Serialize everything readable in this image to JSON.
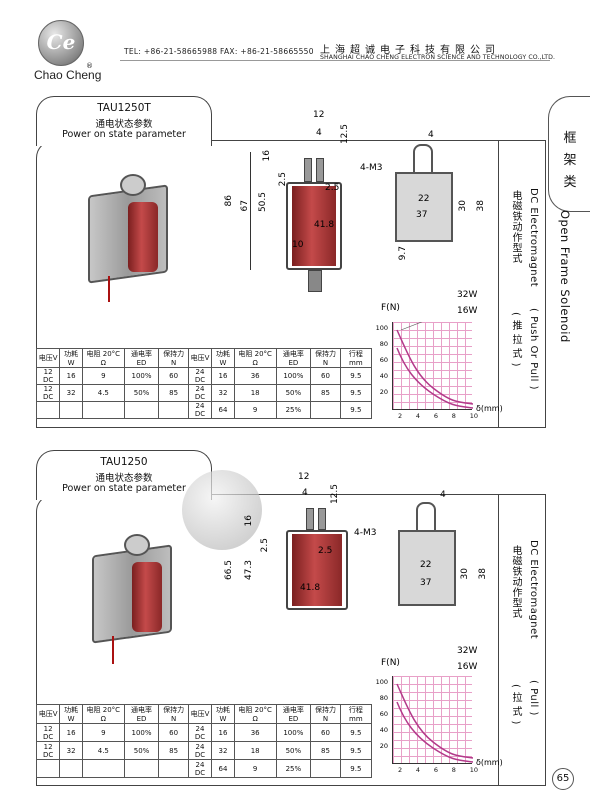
{
  "header": {
    "logo_text": "Ce",
    "brand": "Chao Cheng",
    "reg_mark": "®",
    "contact": "TEL: +86-21-58665988  FAX: +86-21-58665550",
    "company_cn": "上海超诚电子科技有限公司",
    "company_en": "SHANGHAI CHAO CHENG ELECTRON SCIENCE AND TECHNOLOGY CO.,LTD."
  },
  "side_tab": {
    "label_chars": [
      "框",
      "架",
      "类"
    ],
    "category": "Open Frame Solenoid"
  },
  "sections": [
    {
      "model": "TAU1250T",
      "state_cn": "通电状态参数",
      "state_en": "Power on state parameter",
      "dims": {
        "d12": "12",
        "d4": "4",
        "d12_5": "12.5",
        "phi4": "4",
        "d16": "16",
        "d2_5a": "2.5",
        "d2_5b": "2.5",
        "d86": "86",
        "d67": "67",
        "d50_5": "50.5",
        "d41_8": "41.8",
        "d10": "10",
        "m3": "4-M3",
        "d22": "22",
        "d37": "37",
        "d30": "30",
        "d38": "38",
        "d9_7": "9.7"
      },
      "side_en": "DC Electromagnet",
      "side_cn": "电磁铁动作型式",
      "side_mode": "( Push Or Pull )",
      "side_mode_cn": "( 推 拉 式 )",
      "graph": {
        "fn": "F(N)",
        "y_ticks": [
          "100",
          "80",
          "60",
          "40",
          "20"
        ],
        "x_ticks": [
          "2",
          "4",
          "6",
          "8",
          "10"
        ],
        "x_label": "δ(mm)",
        "curve_a": "32W",
        "curve_b": "16W"
      },
      "table": {
        "headers": [
          "电压V",
          "功耗W",
          "电阻 20°C Ω",
          "通电率 ED",
          "保持力 N",
          "电压V",
          "功耗W",
          "电阻 20°C Ω",
          "通电率 ED",
          "保持力 N",
          "行程 mm"
        ],
        "rows": [
          [
            "12 DC",
            "16",
            "9",
            "100%",
            "60",
            "24 DC",
            "16",
            "36",
            "100%",
            "60",
            "9.5"
          ],
          [
            "12 DC",
            "32",
            "4.5",
            "50%",
            "85",
            "24 DC",
            "32",
            "18",
            "50%",
            "85",
            "9.5"
          ],
          [
            "",
            "",
            "",
            "",
            "",
            "24 DC",
            "64",
            "9",
            "25%",
            "",
            "9.5"
          ]
        ]
      }
    },
    {
      "model": "TAU1250",
      "state_cn": "通电状态参数",
      "state_en": "Power on state parameter",
      "dims": {
        "d12": "12",
        "d4": "4",
        "d12_5": "12.5",
        "phi4": "4",
        "d16": "16",
        "d2_5a": "2.5",
        "d2_5b": "2.5",
        "d66_5": "66.5",
        "d47_3": "47.3",
        "d41_8": "41.8",
        "m3": "4-M3",
        "d22": "22",
        "d37": "37",
        "d30": "30",
        "d38": "38"
      },
      "side_en": "DC Electromagnet",
      "side_cn": "电磁铁动作型式",
      "side_mode": "( Pull )",
      "side_mode_cn": "( 拉 式 )",
      "graph": {
        "fn": "F(N)",
        "y_ticks": [
          "100",
          "80",
          "60",
          "40",
          "20"
        ],
        "x_ticks": [
          "2",
          "4",
          "6",
          "8",
          "10"
        ],
        "x_label": "δ(mm)",
        "curve_a": "32W",
        "curve_b": "16W"
      },
      "table": {
        "headers": [
          "电压V",
          "功耗W",
          "电阻 20°C Ω",
          "通电率 ED",
          "保持力 N",
          "电压V",
          "功耗W",
          "电阻 20°C Ω",
          "通电率 ED",
          "保持力 N",
          "行程 mm"
        ],
        "rows": [
          [
            "12 DC",
            "16",
            "9",
            "100%",
            "60",
            "24 DC",
            "16",
            "36",
            "100%",
            "60",
            "9.5"
          ],
          [
            "12 DC",
            "32",
            "4.5",
            "50%",
            "85",
            "24 DC",
            "32",
            "18",
            "50%",
            "85",
            "9.5"
          ],
          [
            "",
            "",
            "",
            "",
            "",
            "24 DC",
            "64",
            "9",
            "25%",
            "",
            "9.5"
          ]
        ]
      }
    }
  ],
  "page_number": "65"
}
